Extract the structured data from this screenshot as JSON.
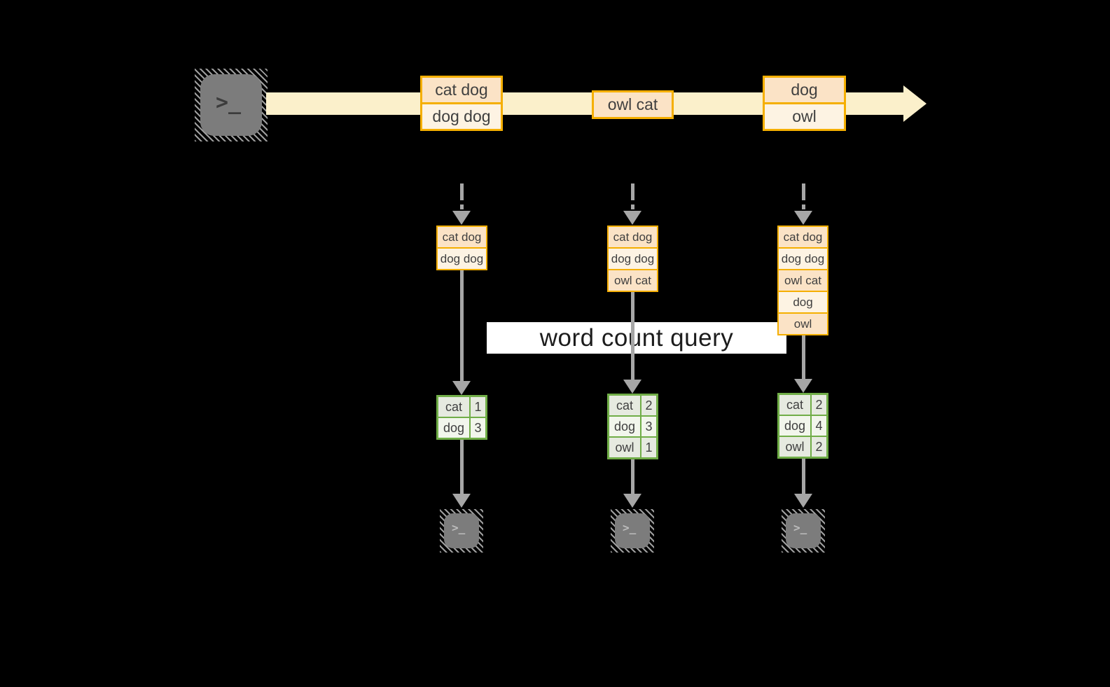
{
  "diagram": {
    "banner_label": "word count query",
    "terminal_prompt": ">_",
    "stream_messages": [
      {
        "lines": [
          "cat dog",
          "dog dog"
        ]
      },
      {
        "lines": [
          "owl cat"
        ]
      },
      {
        "lines": [
          "dog",
          "owl"
        ]
      }
    ],
    "columns": [
      {
        "received": [
          "cat dog",
          "dog dog"
        ],
        "counts": [
          [
            "cat",
            "1"
          ],
          [
            "dog",
            "3"
          ]
        ]
      },
      {
        "received": [
          "cat dog",
          "dog dog",
          "owl cat"
        ],
        "counts": [
          [
            "cat",
            "2"
          ],
          [
            "dog",
            "3"
          ],
          [
            "owl",
            "1"
          ]
        ]
      },
      {
        "received": [
          "cat dog",
          "dog dog",
          "owl cat",
          "dog",
          "owl"
        ],
        "counts": [
          [
            "cat",
            "2"
          ],
          [
            "dog",
            "4"
          ],
          [
            "owl",
            "2"
          ]
        ]
      }
    ],
    "colors": {
      "background": "#000000",
      "accent_gold": "#F5AF00",
      "fill_peach": "#FBE3C6",
      "fill_cream": "#FDF3E3",
      "stream_fill": "#FBF0CB",
      "accent_green": "#70AD47",
      "fill_green_light": "#E6EAE0",
      "fill_green_lighter": "#F2F6EC",
      "arrow_gray": "#A6A6A6",
      "terminal_gray": "#7C7C7C",
      "banner_bg": "#FFFFFF"
    }
  }
}
